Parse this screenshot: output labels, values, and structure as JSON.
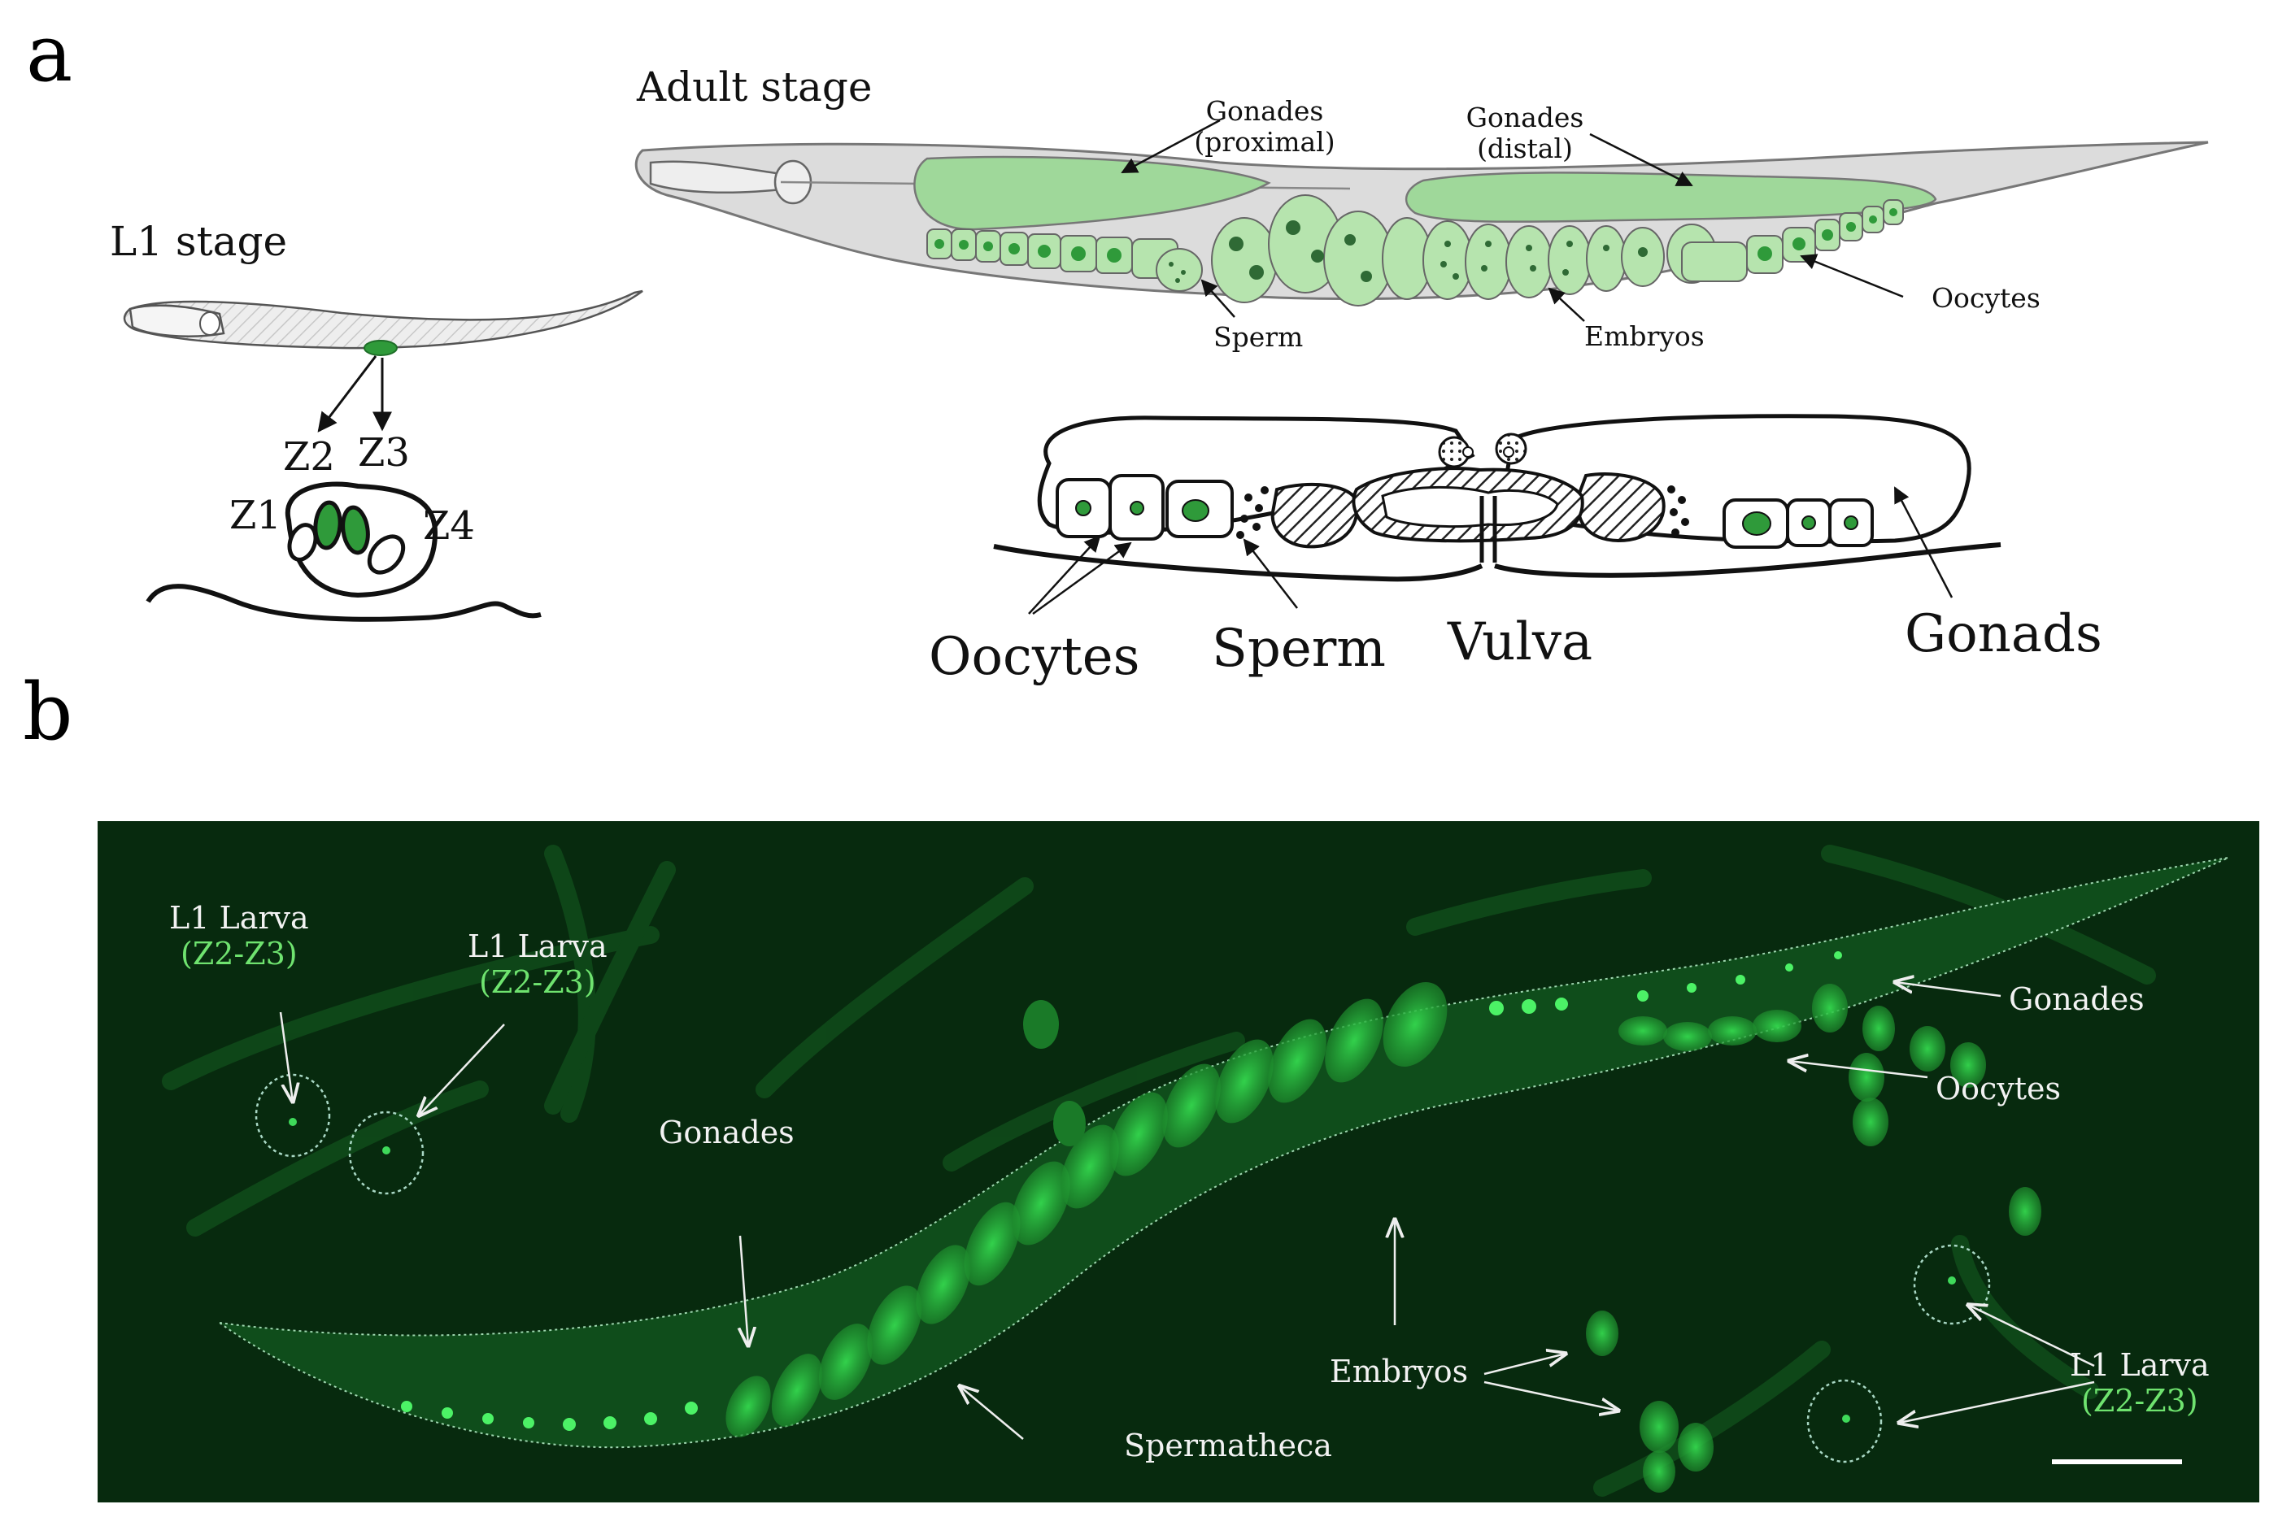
{
  "panel_a": {
    "letter": "a",
    "l1": {
      "title": "L1 stage",
      "z2": "Z2",
      "z3": "Z3",
      "z1": "Z1",
      "z4": "Z4"
    },
    "adult": {
      "title": "Adult stage",
      "gonades_proximal_line1": "Gonades",
      "gonades_proximal_line2": "(proximal)",
      "gonades_distal_line1": "Gonades",
      "gonades_distal_line2": "(distal)",
      "oocytes": "Oocytes",
      "sperm": "Sperm",
      "embryos": "Embryos"
    },
    "detail": {
      "oocytes": "Oocytes",
      "sperm": "Sperm",
      "vulva": "Vulva",
      "gonads": "Gonads"
    }
  },
  "panel_b": {
    "letter": "b",
    "l1_larva_1": "L1 Larva",
    "l1_larva_1_sub": "(Z2-Z3)",
    "l1_larva_2": "L1 Larva",
    "l1_larva_2_sub": "(Z2-Z3)",
    "l1_larva_3": "L1 Larva",
    "l1_larva_3_sub": "(Z2-Z3)",
    "gonades_left": "Gonades",
    "gonades_right": "Gonades",
    "oocytes": "Oocytes",
    "embryos": "Embryos",
    "spermatheca": "Spermatheca"
  },
  "colors": {
    "gonad_fill": "#9fd89a",
    "gonad_dark": "#2f9a3a",
    "fluo_bg": "#072a0e",
    "fluo_green": "#2fd64a",
    "label_green": "#6fe36f"
  }
}
